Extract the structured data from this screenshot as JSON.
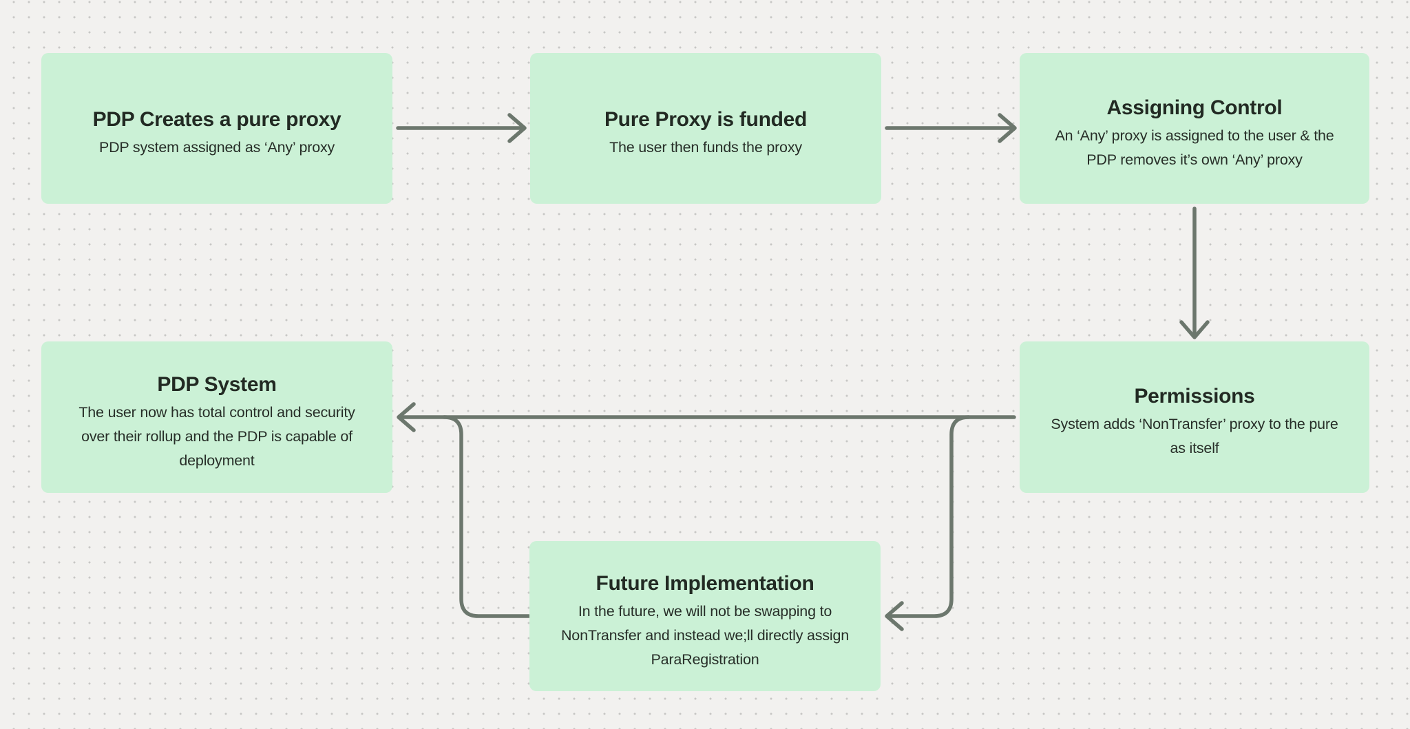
{
  "diagram": {
    "background_color": "#f2f1ef",
    "dot_grid_color": "#c7c7c5",
    "node_fill_color": "#cbf1d6",
    "connector_color": "#6c776d",
    "title_color": "#222a23",
    "description_color": "#272e28",
    "nodes": [
      {
        "id": "pdp-creates-pure-proxy",
        "title": "PDP Creates a pure proxy",
        "description": "PDP system assigned as ‘Any’ proxy"
      },
      {
        "id": "pure-proxy-funded",
        "title": "Pure Proxy is funded",
        "description": "The user then funds the proxy"
      },
      {
        "id": "assigning-control",
        "title": "Assigning Control",
        "description": "An ‘Any’ proxy is assigned to the user & the\nPDP removes it’s own ‘Any’ proxy"
      },
      {
        "id": "permissions",
        "title": "Permissions",
        "description": "System adds ‘NonTransfer’ proxy to the pure\nas itself"
      },
      {
        "id": "pdp-system",
        "title": "PDP System",
        "description": "The user now has total control and security\nover their rollup and the PDP is capable of\ndeployment"
      },
      {
        "id": "future-implementation",
        "title": "Future Implementation",
        "description": "In the future, we will not be swapping to\nNonTransfer and instead we;ll directly assign\nParaRegistration"
      }
    ],
    "edges": [
      {
        "from": "pdp-creates-pure-proxy",
        "to": "pure-proxy-funded",
        "arrowhead": "right"
      },
      {
        "from": "pure-proxy-funded",
        "to": "assigning-control",
        "arrowhead": "right"
      },
      {
        "from": "assigning-control",
        "to": "permissions",
        "arrowhead": "down"
      },
      {
        "from": "permissions",
        "to": "pdp-system",
        "arrowhead": "left"
      },
      {
        "from": "permissions",
        "to": "future-implementation",
        "arrowhead": "left"
      },
      {
        "from": "future-implementation",
        "to": "pdp-system",
        "arrowhead": "none-merges-into-permissions-to-pdp-system-line"
      }
    ]
  }
}
